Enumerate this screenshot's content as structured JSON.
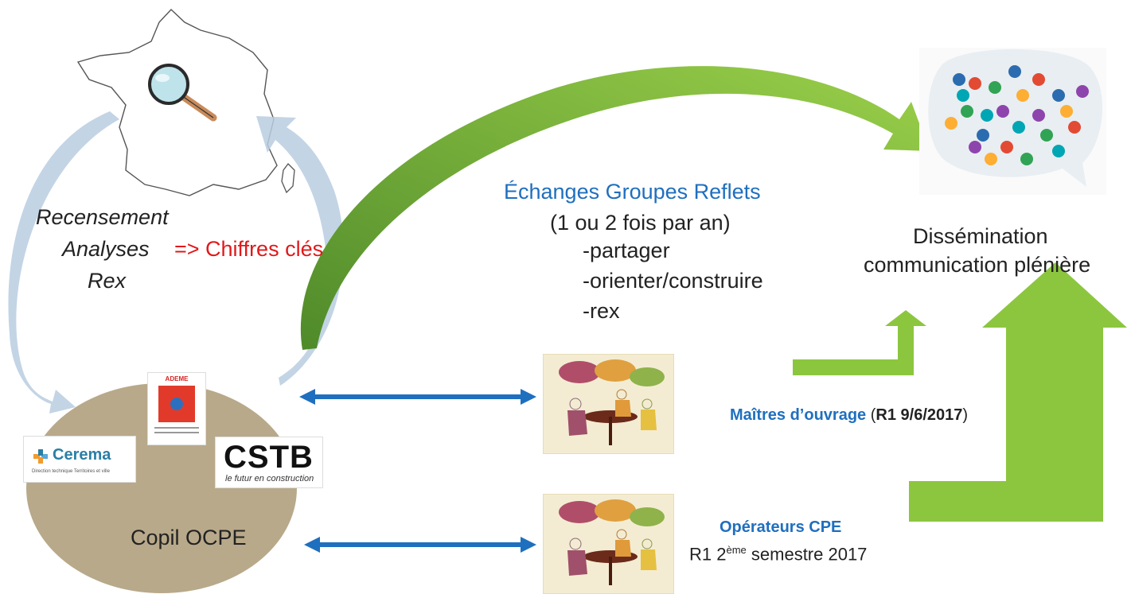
{
  "left": {
    "recensement": "Recensement",
    "analyses": "Analyses",
    "rex": "Rex",
    "chiffres": "=> Chiffres clés"
  },
  "copil": {
    "label": "Copil OCPE",
    "logos": {
      "ademe": "ADEME",
      "cerema": "Cerema",
      "cerema_sub": "Direction technique Territoires et ville",
      "cstb": "CSTB",
      "cstb_sub": "le futur en construction"
    }
  },
  "center": {
    "title": "Échanges Groupes Reflets",
    "freq": "(1 ou 2 fois par an)",
    "items": [
      "-partager",
      "-orienter/construire",
      "-rex"
    ]
  },
  "groups": {
    "moa_label": "Maîtres d’ouvrage",
    "moa_date_open": "(",
    "moa_date": "R1 9/6/2017",
    "moa_date_close": ")",
    "ops_label": "Opérateurs CPE",
    "ops_r1": "R1 2",
    "ops_sup": "ème",
    "ops_rest": " semestre 2017"
  },
  "right": {
    "line1": "Dissémination",
    "line2": "communication plénière"
  },
  "colors": {
    "blue_text": "#1f6fbf",
    "red_text": "#e0191b",
    "green_arrow": "#8cc63f",
    "dark_green_arrow": "#5f9b35",
    "blue_arrow": "#1f6fbf",
    "ellipse": "#b8a98a",
    "pale_blue_arc": "#b9cde0"
  }
}
